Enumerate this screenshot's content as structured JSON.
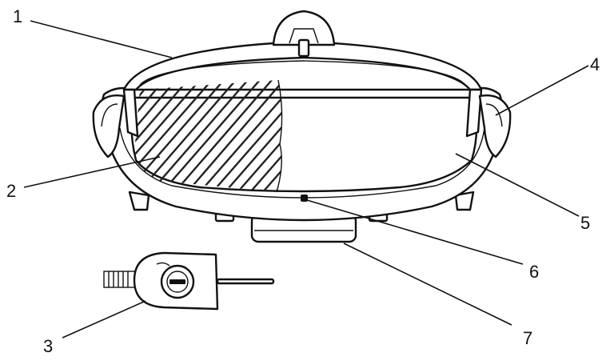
{
  "diagram": {
    "callouts": [
      {
        "id": "1",
        "label": "1"
      },
      {
        "id": "2",
        "label": "2"
      },
      {
        "id": "3",
        "label": "3"
      },
      {
        "id": "4",
        "label": "4"
      },
      {
        "id": "5",
        "label": "5"
      },
      {
        "id": "6",
        "label": "6"
      },
      {
        "id": "7",
        "label": "7"
      }
    ],
    "colors": {
      "line": "#111111",
      "fill": "#ffffff",
      "ridges": "#222222"
    },
    "parts": [
      {
        "callout": "1",
        "name": "lid"
      },
      {
        "callout": "2",
        "name": "grill-ridge-surface"
      },
      {
        "callout": "3",
        "name": "thermostat-probe"
      },
      {
        "callout": "4",
        "name": "side-handle"
      },
      {
        "callout": "5",
        "name": "flat-plate-surface"
      },
      {
        "callout": "6",
        "name": "drip-hole"
      },
      {
        "callout": "7",
        "name": "base-foot"
      }
    ]
  }
}
